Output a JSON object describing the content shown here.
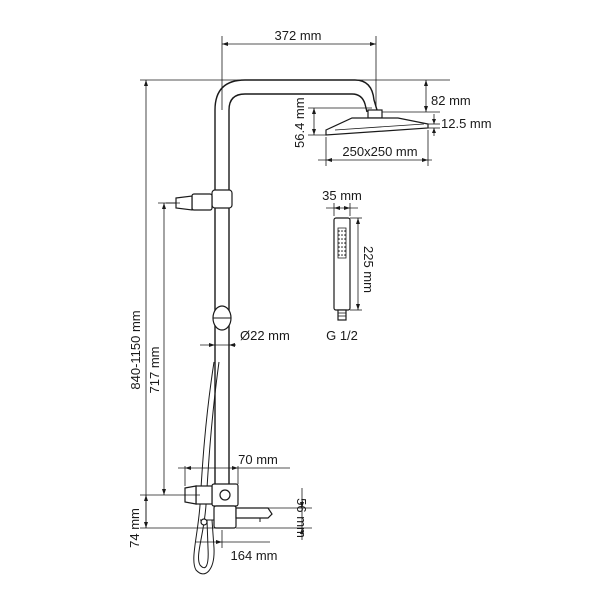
{
  "dimensions": {
    "arm_length": "372 mm",
    "head_drop": "82 mm",
    "head_height": "56.4 mm",
    "head_thickness": "12.5 mm",
    "head_size": "250x250 mm",
    "handshower_width": "35 mm",
    "handshower_length": "225 mm",
    "handshower_thread": "G 1/2",
    "rail_diameter": "Ø22 mm",
    "total_height": "840-1150 mm",
    "holder_height": "717 mm",
    "mixer_depth": "70 mm",
    "spout_height": "56 mm",
    "mixer_base_height": "74 mm",
    "spout_length": "164 mm"
  }
}
